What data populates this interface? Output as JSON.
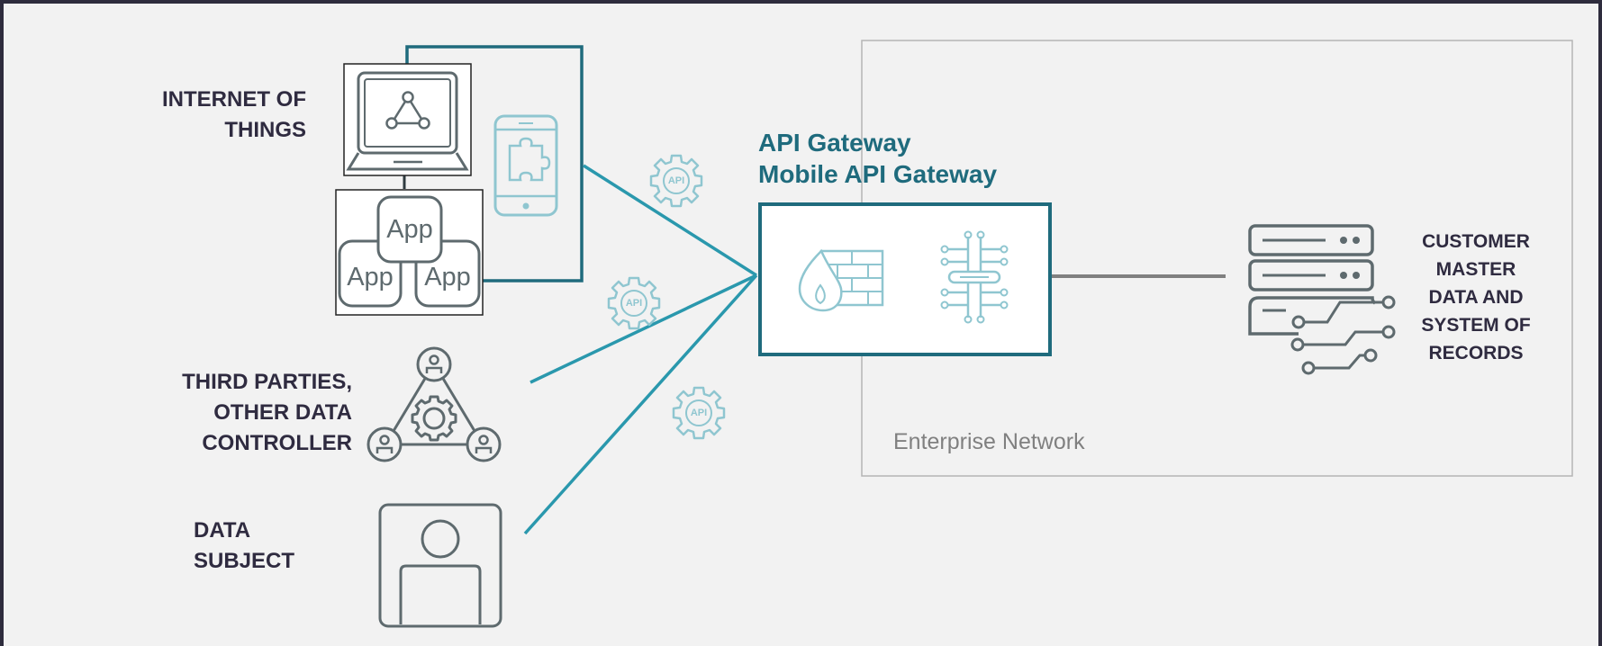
{
  "labels": {
    "iot": "INTERNET OF\nTHINGS",
    "third_parties": "THIRD  PARTIES,\nOTHER  DATA\nCONTROLLER",
    "data_subject": "DATA\nSUBJECT",
    "customer_master": "CUSTOMER\nMASTER\nDATA AND\nSYSTEM OF\nRECORDS",
    "gateway": "API Gateway\nMobile API Gateway",
    "enterprise": "Enterprise Network",
    "app": "App",
    "api": "API"
  },
  "icons": [
    "laptop-icon",
    "apps-icon",
    "mobile-puzzle-icon",
    "api-gear-icon",
    "firewall-icon",
    "circuit-icon",
    "network-people-icon",
    "person-icon",
    "server-icon"
  ],
  "colors": {
    "background": "#f2f2f2",
    "frame": "#2e2c3d",
    "teal_line": "#2a98ad",
    "dark_teal": "#1f6b7d",
    "label_text": "#2f2b40",
    "icon_gray": "#5e6a6e",
    "light_icon": "#8fc6d0",
    "enterprise_border": "#b5b5b5",
    "enterprise_text": "#808080"
  }
}
